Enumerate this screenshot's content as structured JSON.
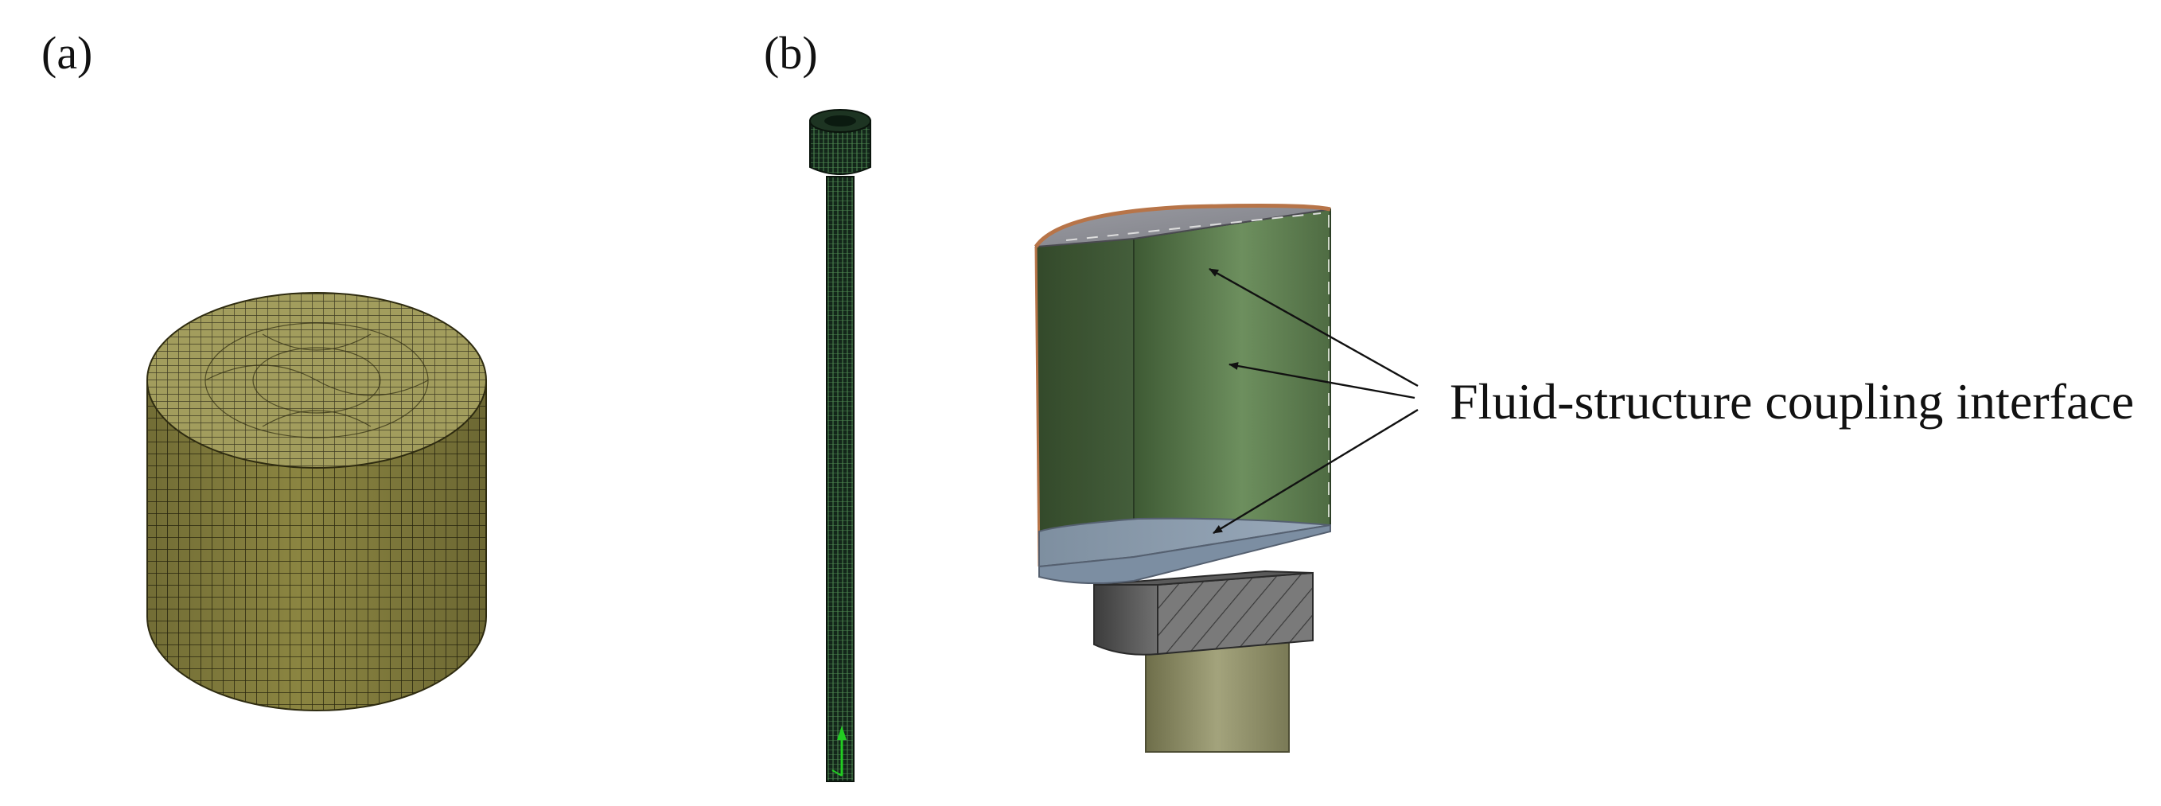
{
  "figure": {
    "panel_a_label": "(a)",
    "panel_b_label": "(b)",
    "annotation": "Fluid-structure coupling interface"
  },
  "colors": {
    "mesh_fill": "#8a8440",
    "mesh_line": "#2f2c10",
    "rod_dark": "#0e1a10",
    "rod_mesh": "#3e6b3d",
    "fluid_green": "#5a7a4a",
    "fluid_top": "#8e8f95",
    "fluid_bottom": "#8a9aaa",
    "shell_copper": "#b5754a",
    "stem_olive": "#8a8a62",
    "hatch_gray": "#6a6a6a"
  }
}
